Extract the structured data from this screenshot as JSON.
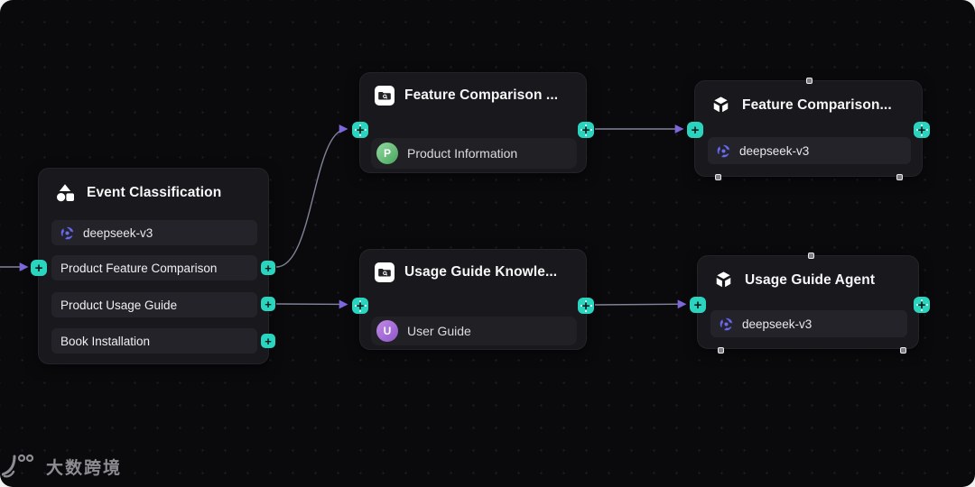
{
  "glyphs": {
    "plus": "+"
  },
  "canvas": {
    "bg": "#0a0a0d",
    "dot_color": "#1f1f24",
    "node_bg": "#18181d",
    "accent_teal": "#2bd4bf",
    "edge_color": "#8e91a8",
    "arrow_color": "#8b72f2"
  },
  "watermark": {
    "brand": "大数跨境"
  },
  "nodes": {
    "event_classifier": {
      "title": "Event Classification",
      "model": "deepseek-v3",
      "options": [
        "Product Feature Comparison",
        "Product Usage Guide",
        "Book Installation"
      ]
    },
    "knowledge_feature": {
      "title": "Feature Comparison ...",
      "item": "Product Information",
      "item_initial": "P"
    },
    "agent_feature": {
      "title": "Feature Comparison...",
      "model": "deepseek-v3"
    },
    "knowledge_usage": {
      "title": "Usage Guide Knowle...",
      "item": "User Guide",
      "item_initial": "U"
    },
    "agent_usage": {
      "title": "Usage Guide Agent",
      "model": "deepseek-v3"
    }
  }
}
